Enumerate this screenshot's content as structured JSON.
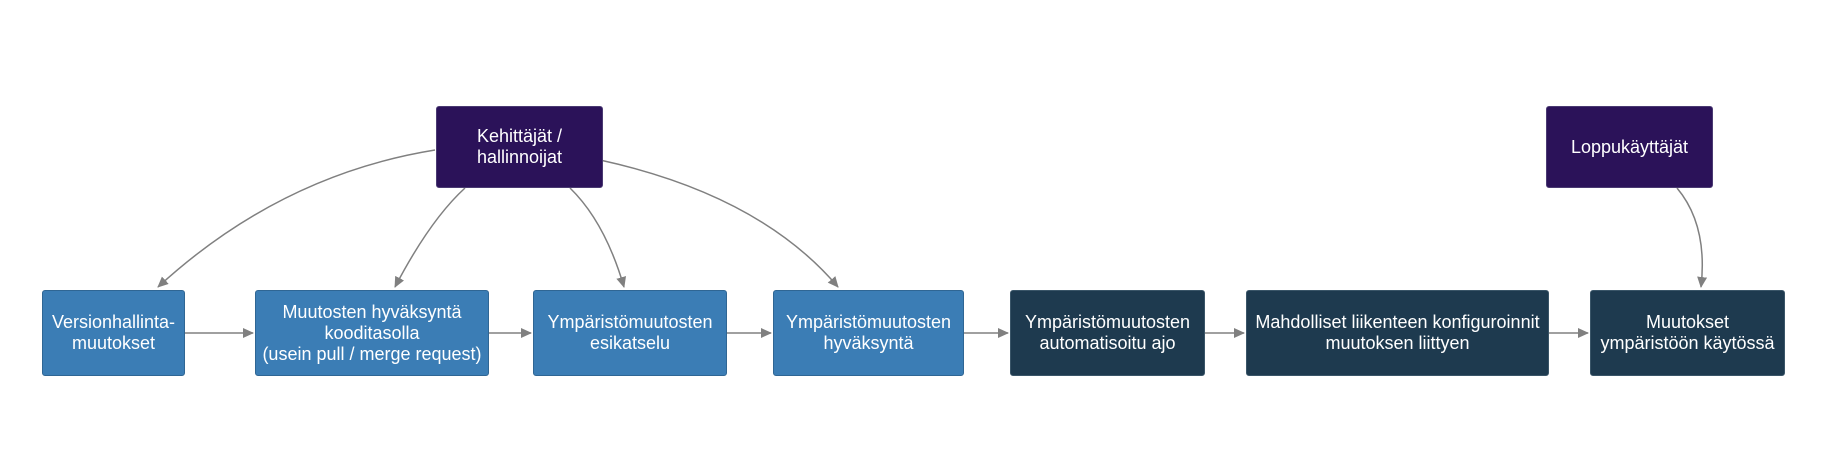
{
  "colors": {
    "actor": "#2b1259",
    "step_light": "#3b7db5",
    "step_dark": "#1e3a4f",
    "connector": "#808080"
  },
  "actors": {
    "developers": {
      "lines": [
        "Kehittäjät /",
        "hallinnoijat"
      ]
    },
    "end_users": {
      "lines": [
        "Loppukäyttäjät"
      ]
    }
  },
  "steps": [
    {
      "lines": [
        "Versionhallinta-",
        "muutokset"
      ]
    },
    {
      "lines": [
        "Muutosten hyväksyntä",
        "kooditasolla",
        "(usein pull / merge request)"
      ]
    },
    {
      "lines": [
        "Ympäristömuutosten",
        "esikatselu"
      ]
    },
    {
      "lines": [
        "Ympäristömuutosten",
        "hyväksyntä"
      ]
    },
    {
      "lines": [
        "Ympäristömuutosten",
        "automatisoitu ajo"
      ]
    },
    {
      "lines": [
        "Mahdolliset liikenteen konfiguroinnit",
        "muutoksen liittyen"
      ]
    },
    {
      "lines": [
        "Muutokset",
        "ympäristöön käytössä"
      ]
    }
  ],
  "connections": [
    {
      "from": "developers",
      "to": "step-0"
    },
    {
      "from": "developers",
      "to": "step-1"
    },
    {
      "from": "developers",
      "to": "step-2"
    },
    {
      "from": "developers",
      "to": "step-3"
    },
    {
      "from": "end_users",
      "to": "step-6"
    },
    {
      "from": "step-0",
      "to": "step-1"
    },
    {
      "from": "step-1",
      "to": "step-2"
    },
    {
      "from": "step-2",
      "to": "step-3"
    },
    {
      "from": "step-3",
      "to": "step-4"
    },
    {
      "from": "step-4",
      "to": "step-5"
    },
    {
      "from": "step-5",
      "to": "step-6"
    }
  ]
}
